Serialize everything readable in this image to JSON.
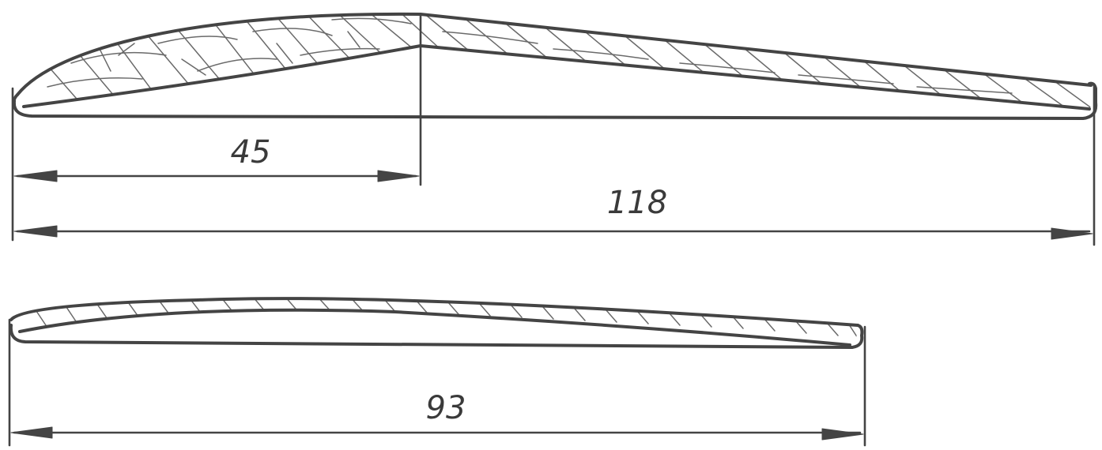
{
  "drawing": {
    "top_profile": {
      "dimensions": [
        {
          "id": "chord-max-thickness",
          "value": "45"
        },
        {
          "id": "chord-total",
          "value": "118"
        }
      ]
    },
    "bottom_profile": {
      "dimensions": [
        {
          "id": "chord-total",
          "value": "93"
        }
      ]
    },
    "colors": {
      "line": "#444444",
      "hatch": "#6a6a6a",
      "background": "#ffffff"
    }
  }
}
